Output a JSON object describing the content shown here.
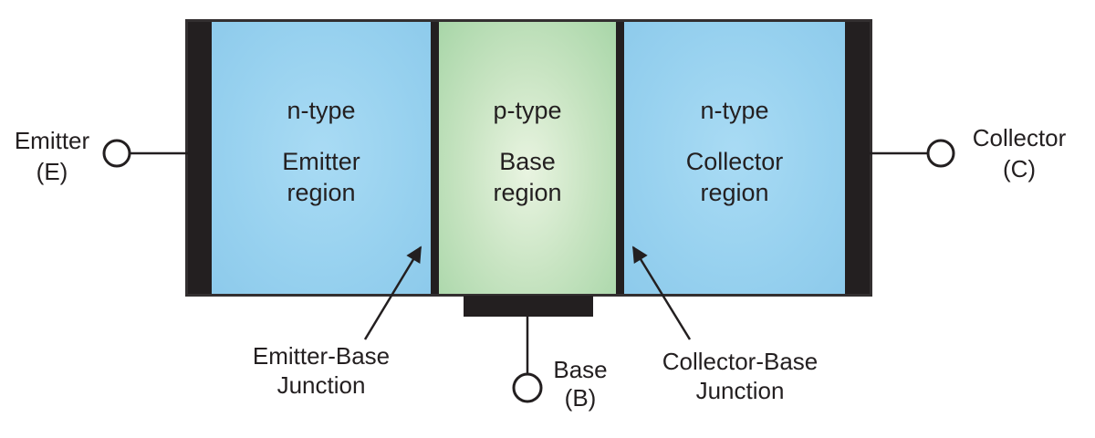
{
  "diagram": {
    "type": "npn-transistor-structure"
  },
  "device": {
    "regions": [
      {
        "id": "emitter",
        "doping": "n-type",
        "name": "Emitter",
        "suffix": "region"
      },
      {
        "id": "base",
        "doping": "p-type",
        "name": "Base",
        "suffix": "region"
      },
      {
        "id": "collector",
        "doping": "n-type",
        "name": "Collector",
        "suffix": "region"
      }
    ]
  },
  "terminals": [
    {
      "id": "emitter",
      "name": "Emitter",
      "abbr": "(E)"
    },
    {
      "id": "collector",
      "name": "Collector",
      "abbr": "(C)"
    },
    {
      "id": "base",
      "name": "Base",
      "abbr": "(B)"
    }
  ],
  "junction_labels": [
    {
      "id": "emitter-base",
      "line1": "Emitter-Base",
      "line2": "Junction"
    },
    {
      "id": "collector-base",
      "line1": "Collector-Base",
      "line2": "Junction"
    }
  ],
  "colors": {
    "n_region_blue": "#97d1ef",
    "p_region_green_edge": "#a8d6a8",
    "p_region_green_center": "#e9f4e1",
    "contact_black": "#231f20",
    "device_border": "#332f30",
    "text": "#231f20",
    "background": "#ffffff"
  }
}
